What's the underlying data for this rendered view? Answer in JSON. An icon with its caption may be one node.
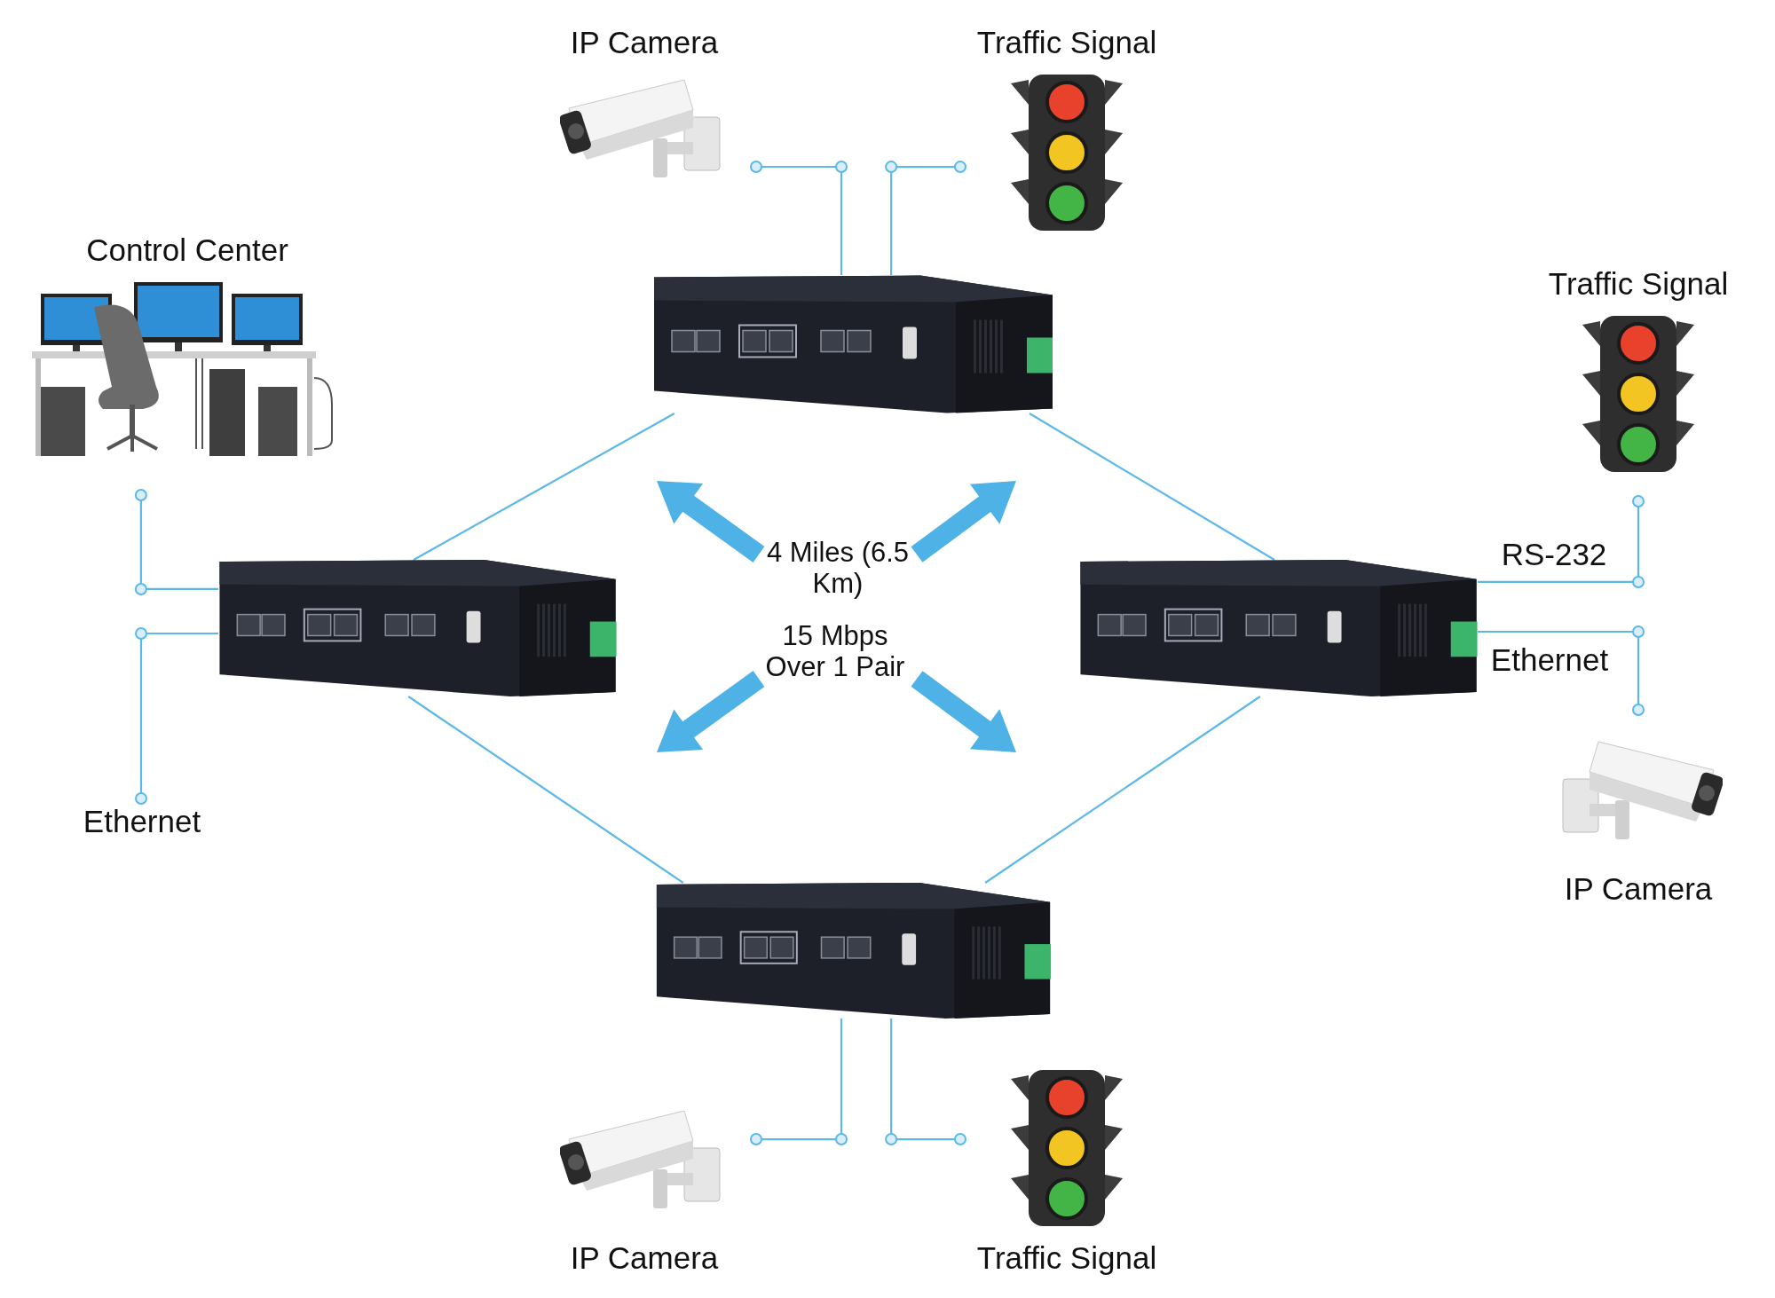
{
  "diagram": {
    "nodes": [
      {
        "text": [
          "IP Camera"
        ]
      },
      {
        "text": [
          "Traffic Signal"
        ]
      },
      {
        "text": [
          "Control Center"
        ]
      },
      {
        "text": [
          "Traffic Signal"
        ]
      },
      {
        "text": [],
        "shape": "picture"
      },
      {
        "text": [],
        "shape": "picture"
      },
      {
        "text": [],
        "shape": "picture"
      },
      {
        "text": [],
        "shape": "picture"
      },
      {
        "text": [
          "Ethernet"
        ]
      },
      {
        "text": [
          "IP Camera"
        ]
      },
      {
        "text": [
          "IP Camera"
        ]
      },
      {
        "text": [
          "Traffic Signal"
        ]
      }
    ],
    "edges": [
      {
        "from": 0,
        "to": 4,
        "arrow": "other"
      },
      {
        "from": 1,
        "to": 4,
        "arrow": "other"
      },
      {
        "from": 4,
        "to": 5,
        "arrow": "none"
      },
      {
        "from": 4,
        "to": 6,
        "arrow": "none"
      },
      {
        "from": 5,
        "to": 7,
        "arrow": "none"
      },
      {
        "from": 6,
        "to": 7,
        "arrow": "none"
      },
      {
        "from": 2,
        "to": 5,
        "arrow": "other"
      },
      {
        "from": 8,
        "to": 5,
        "arrow": "other"
      },
      {
        "from": 3,
        "to": 6,
        "arrow": "other",
        "label": "RS-232"
      },
      {
        "from": 9,
        "to": 6,
        "arrow": "other",
        "label": "Ethernet"
      },
      {
        "from": 10,
        "to": 7,
        "arrow": "other"
      },
      {
        "from": 11,
        "to": 7,
        "arrow": "other"
      }
    ],
    "labels": [
      "4 Miles (6.5 Km)",
      "15 Mbps Over 1 Pair"
    ]
  }
}
